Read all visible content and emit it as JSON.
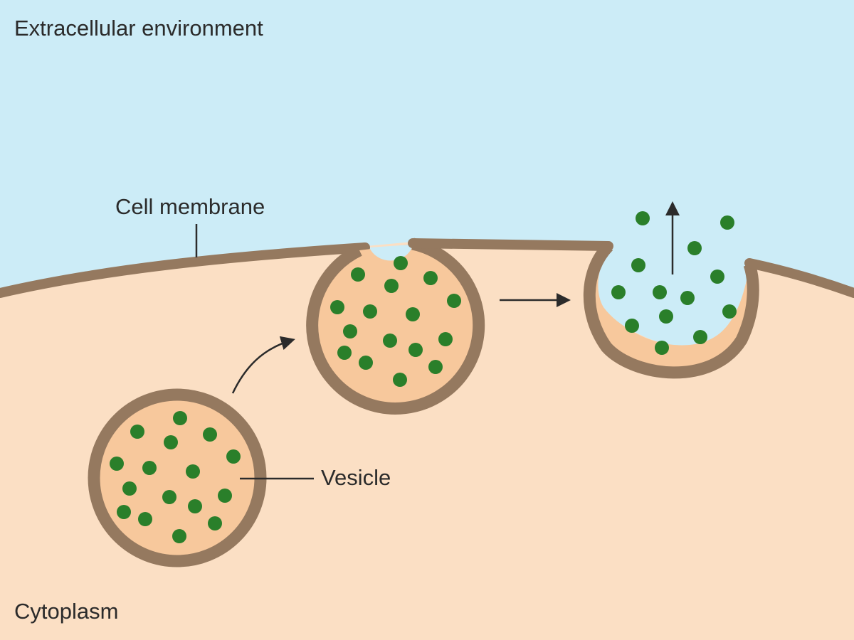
{
  "labels": {
    "extracellular": "Extracellular environment",
    "membrane": "Cell membrane",
    "vesicle": "Vesicle",
    "cytoplasm": "Cytoplasm"
  },
  "colors": {
    "extracellular": "#ccecf7",
    "cytoplasm": "#fbdfc4",
    "vesicle_fill": "#f7c89c",
    "membrane": "#95795f",
    "cargo": "#2a7f2a",
    "arrow": "#2b2b2b"
  }
}
